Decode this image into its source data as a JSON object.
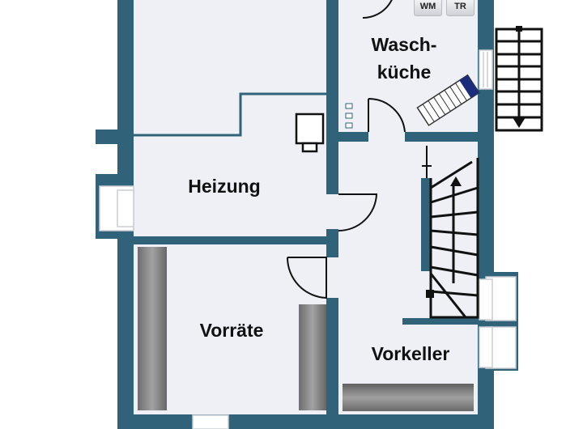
{
  "rooms": {
    "heizung": "Heizung",
    "vorraete": "Vorräte",
    "vorkeller": "Vorkeller",
    "waschkueche_line1": "Wasch-",
    "waschkueche_line2": "küche"
  },
  "appliances": {
    "washer": "WM",
    "dryer": "TR"
  },
  "colors": {
    "wall": "#306379",
    "floor": "#eef0f5"
  }
}
